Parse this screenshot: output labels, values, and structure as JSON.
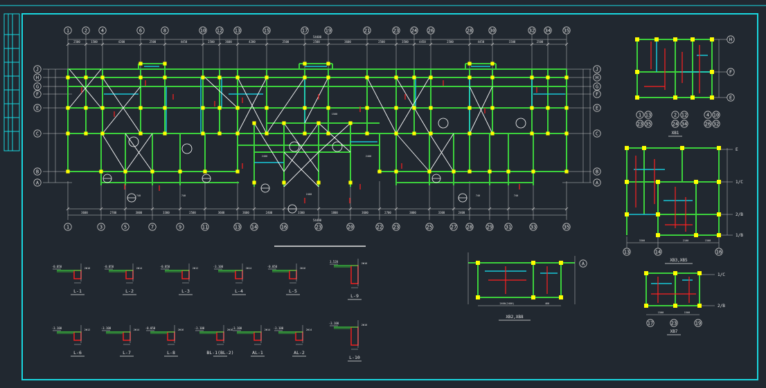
{
  "colors": {
    "background": "#212830",
    "frame": "#19d8e0",
    "grid": "#c8c8c8",
    "beam": "#3cd23c",
    "column": "#ffff00",
    "wall": "#19c8d8",
    "rebar": "#ff2020",
    "brace": "#ffffff",
    "text": "#e6e6e6"
  },
  "plan": {
    "top_axes": [
      "1",
      "2",
      "4",
      "6",
      "8",
      "10",
      "12",
      "13",
      "15",
      "17",
      "19",
      "21",
      "23",
      "24",
      "26",
      "28",
      "30",
      "32",
      "34",
      "35"
    ],
    "bottom_axes": [
      "1",
      "3",
      "5",
      "7",
      "9",
      "11",
      "13",
      "14",
      "16",
      "23",
      "20",
      "22",
      "23",
      "25",
      "27",
      "28",
      "29",
      "31",
      "33",
      "35"
    ],
    "left_axes": [
      "J",
      "H",
      "G",
      "F",
      "E",
      "C",
      "B",
      "A"
    ],
    "right_axes": [
      "J",
      "H",
      "G",
      "F",
      "E",
      "C",
      "B",
      "A"
    ],
    "top_dims": [
      "2500",
      "1500",
      "4200",
      "2500",
      "4450",
      "2500",
      "3600",
      "4200",
      "2500",
      "2500",
      "3600",
      "2500",
      "3500",
      "4450",
      "2500",
      "4450",
      "1500",
      "2500"
    ],
    "bottom_dims": [
      "3600",
      "2700",
      "3000",
      "3300",
      "2500",
      "3600",
      "3600",
      "2400",
      "3300",
      "1800",
      "3600",
      "2700",
      "3000",
      "3300",
      "2400"
    ],
    "total_top": "54400",
    "total_bottom": "54400"
  },
  "sections_row1": [
    {
      "label": "L-1",
      "elev": "-0.050",
      "note": "2Φ16"
    },
    {
      "label": "L-2",
      "elev": "-0.050",
      "note": "2Φ14"
    },
    {
      "label": "L-3",
      "elev": "-0.050",
      "note": "2Φ12"
    },
    {
      "label": "L-4",
      "elev": "-3.100",
      "note": "2Φ14"
    },
    {
      "label": "L-5",
      "elev": "-0.050",
      "note": "2Φ16"
    },
    {
      "label": "L-9",
      "elev": "3.520",
      "note": "2Φ16"
    }
  ],
  "sections_row2": [
    {
      "label": "L-6",
      "elev": "-3.100",
      "note": "2Φ12"
    },
    {
      "label": "L-7",
      "elev": "-3.100",
      "note": "2Φ14"
    },
    {
      "label": "L-8",
      "elev": "-0.050",
      "note": "2Φ16"
    },
    {
      "label": "BL-1(BL-2)",
      "elev": "-3.100",
      "note": "2Φ16"
    },
    {
      "label": "AL-1",
      "elev": "-3.100",
      "note": "2Φ14"
    },
    {
      "label": "AL-2",
      "elev": "-3.100",
      "note": "2Φ14"
    },
    {
      "label": "L-10",
      "elev": "-3.100",
      "note": "2Φ16"
    }
  ],
  "details": {
    "xb1": {
      "title": "XB1",
      "axes_right": [
        "H",
        "F",
        "E"
      ],
      "bottom_axes": [
        [
          "1",
          "23"
        ],
        [
          "13",
          "35"
        ],
        [
          "2",
          "24"
        ],
        [
          "12",
          "34"
        ],
        [
          "4",
          "26"
        ],
        [
          "10",
          "32"
        ]
      ]
    },
    "xb3": {
      "title": "XB3,XB5",
      "axes_right": [
        "E",
        "1/C",
        "2/B",
        "1/B"
      ],
      "bottom_axes": [
        "13",
        "14",
        "16"
      ],
      "dims": [
        "3300",
        "2100",
        "1500"
      ]
    },
    "xb2": {
      "title": "XB2,XB8",
      "axis_right": "A",
      "dims": [
        "2400(2400)",
        "460"
      ]
    },
    "xb7": {
      "title": "XB7",
      "axes_right": [
        "1/C",
        "2/B"
      ],
      "bottom_axes": [
        "17",
        "23",
        "19"
      ],
      "dims": [
        "1500",
        "1500"
      ]
    }
  }
}
